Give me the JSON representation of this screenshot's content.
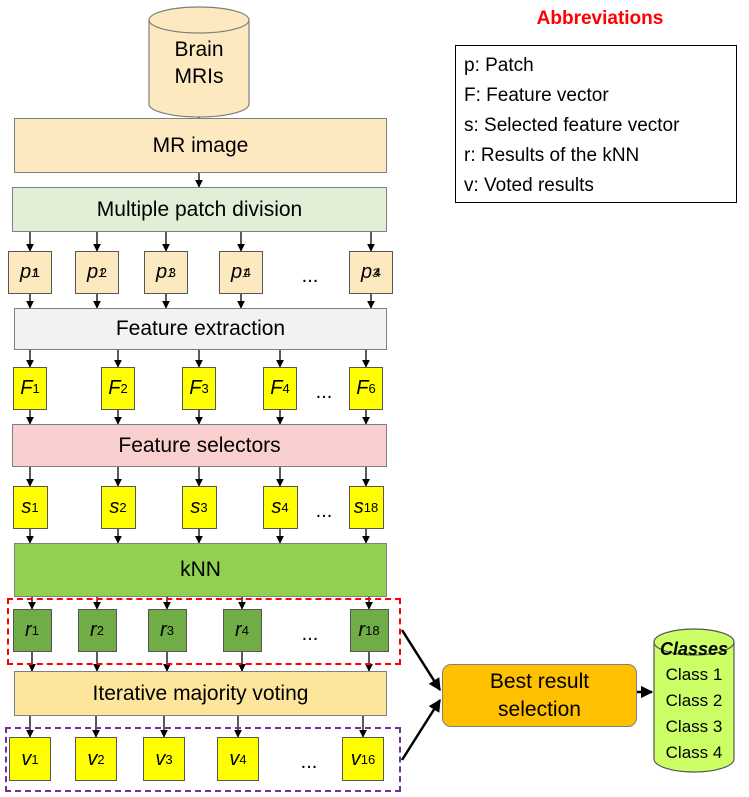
{
  "colors": {
    "mr_image": "#fde9c0",
    "patch_division": "#e1efd7",
    "feature_extraction": "#f2f2f2",
    "feature_selectors": "#f9cfd0",
    "knn": "#92d050",
    "voting": "#fde69b",
    "patch": "#fde9c0",
    "feature": "#ffff00",
    "result": "#70ad47",
    "best": "#ffc000",
    "classes": "#ccff66",
    "red_dash": "#ff0000",
    "purple_dash": "#7030a0"
  },
  "source": {
    "label_line1": "Brain",
    "label_line2": "MRIs"
  },
  "stages": {
    "mr_image": "MR image",
    "patch_division": "Multiple patch division",
    "feature_extraction": "Feature extraction",
    "feature_selectors": "Feature selectors",
    "knn": "kNN",
    "voting": "Iterative majority voting",
    "best_result_line1": "Best result",
    "best_result_line2": "selection"
  },
  "rows": {
    "patches": {
      "symbol": "p",
      "items": [
        {
          "sup": "1",
          "sub": "1"
        },
        {
          "sup": "1",
          "sub": "2"
        },
        {
          "sup": "1",
          "sub": "3"
        },
        {
          "sup": "1",
          "sub": "4"
        },
        {
          "sup": "3",
          "sub": "4"
        }
      ]
    },
    "features": {
      "symbol": "F",
      "items": [
        {
          "sub": "1"
        },
        {
          "sub": "2"
        },
        {
          "sub": "3"
        },
        {
          "sub": "4"
        },
        {
          "sub": "6"
        }
      ]
    },
    "selected": {
      "symbol": "s",
      "items": [
        {
          "sub": "1"
        },
        {
          "sub": "2"
        },
        {
          "sub": "3"
        },
        {
          "sub": "4"
        },
        {
          "sub": "18"
        }
      ]
    },
    "results": {
      "symbol": "r",
      "items": [
        {
          "sub": "1"
        },
        {
          "sub": "2"
        },
        {
          "sub": "3"
        },
        {
          "sub": "4"
        },
        {
          "sub": "18"
        }
      ]
    },
    "voted": {
      "symbol": "v",
      "items": [
        {
          "sub": "1"
        },
        {
          "sub": "2"
        },
        {
          "sub": "3"
        },
        {
          "sub": "4"
        },
        {
          "sub": "16"
        }
      ]
    },
    "ellipsis": "..."
  },
  "abbreviations": {
    "title": "Abbreviations",
    "items": [
      "p: Patch",
      "F: Feature vector",
      "s: Selected feature vector",
      "r: Results of the kNN",
      "v: Voted results"
    ]
  },
  "classes": {
    "title": "Classes",
    "items": [
      "Class 1",
      "Class 2",
      "Class 3",
      "Class 4"
    ]
  }
}
